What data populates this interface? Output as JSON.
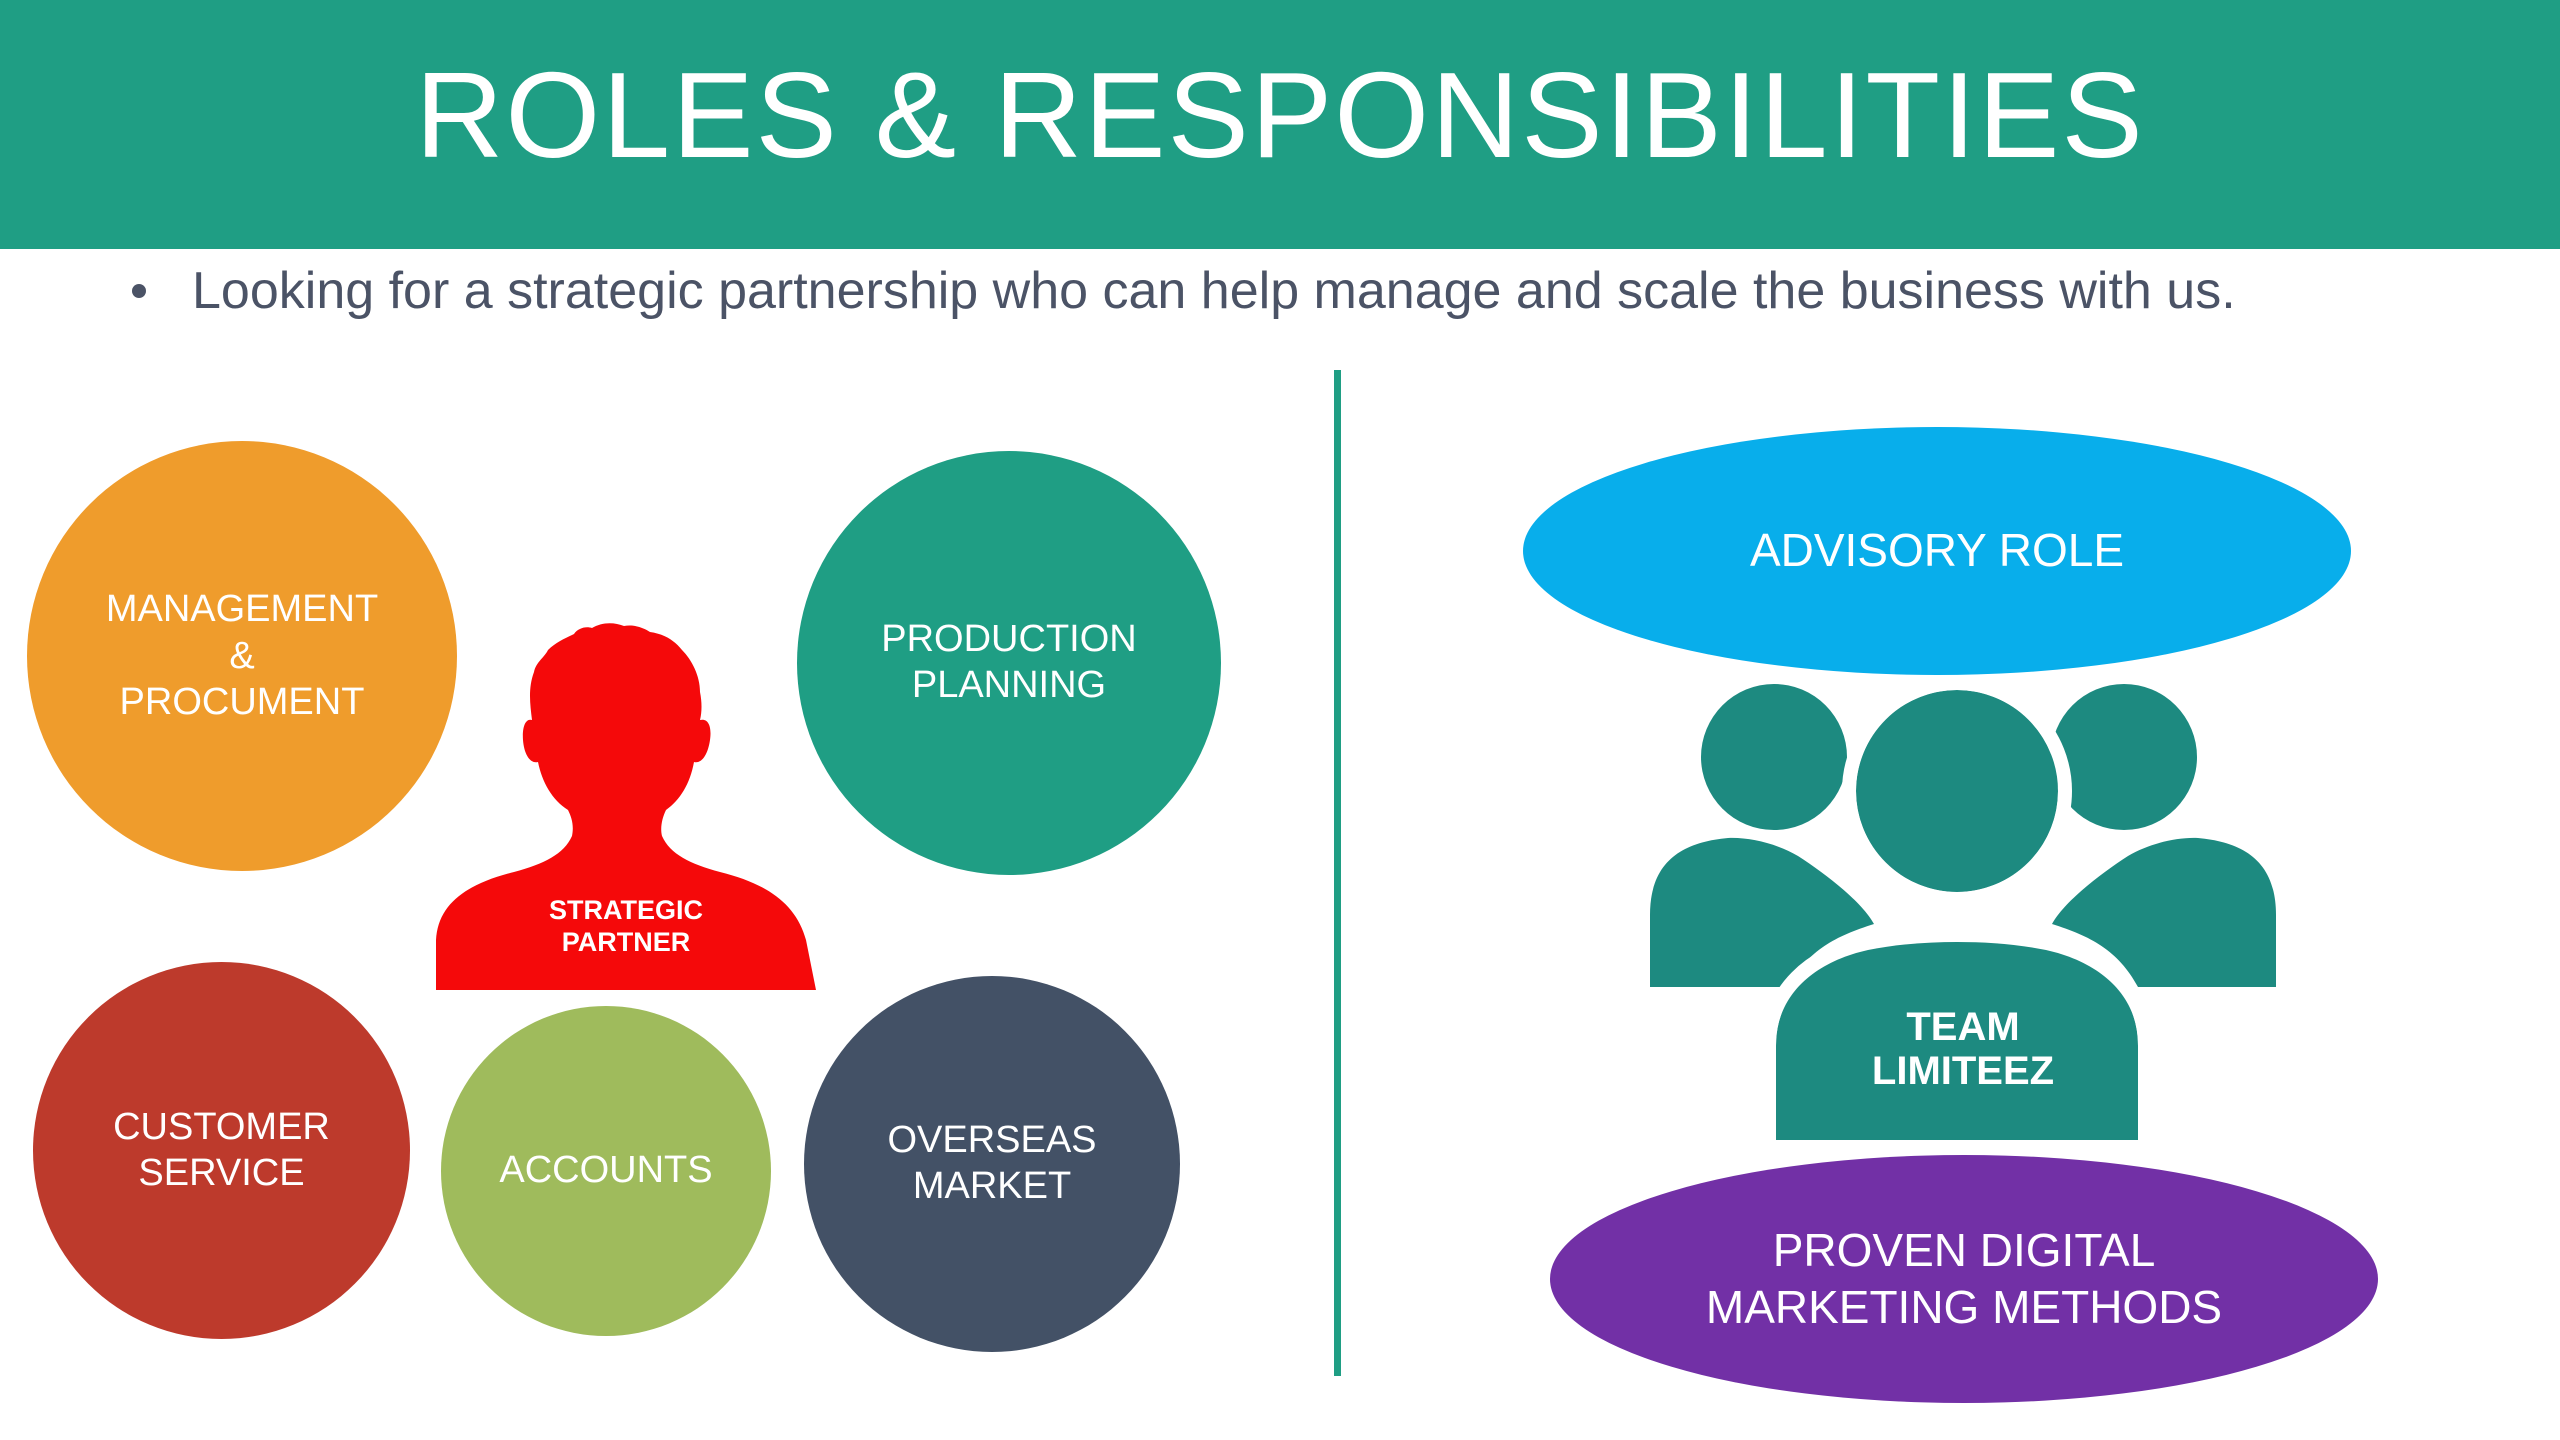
{
  "header": {
    "title": "ROLES & RESPONSIBILITIES",
    "color": "#1f9e84"
  },
  "bullet": {
    "text": "Looking for a strategic partnership who can help manage and scale the business with us."
  },
  "left_panel": {
    "circles": [
      {
        "label": "MANAGEMENT\n&\nPROCUMENT",
        "color": "#ef9c2c"
      },
      {
        "label": "PRODUCTION\nPLANNING",
        "color": "#1f9e84"
      },
      {
        "label": "CUSTOMER\nSERVICE",
        "color": "#bd3a2c"
      },
      {
        "label": "ACCOUNTS",
        "color": "#9fbb5c"
      },
      {
        "label": "OVERSEAS\nMARKET",
        "color": "#435166"
      }
    ],
    "partner": {
      "label": "STRATEGIC\nPARTNER",
      "icon": "person-silhouette-icon",
      "color": "#f5090a"
    }
  },
  "right_panel": {
    "top_ellipse": {
      "label": "ADVISORY ROLE",
      "color": "#08aeeb"
    },
    "team": {
      "label": "TEAM\nLIMITEEZ",
      "icon": "group-of-people-icon",
      "color": "#1d8a80"
    },
    "bottom_ellipse": {
      "label": "PROVEN DIGITAL\nMARKETING METHODS",
      "color": "#7230a6"
    }
  }
}
